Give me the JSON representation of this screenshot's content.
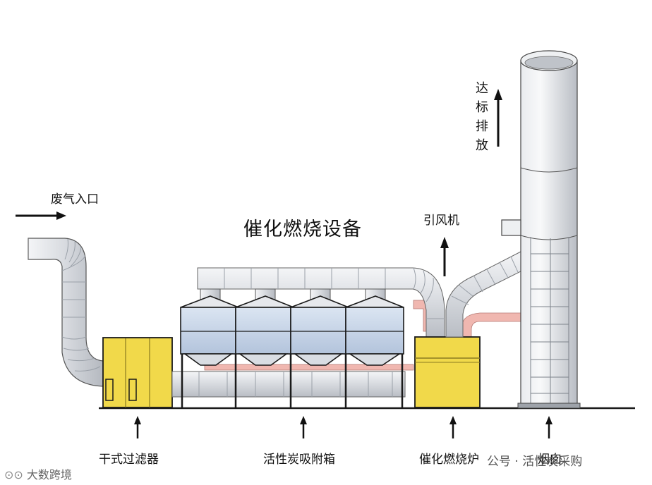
{
  "labels": {
    "exhaust_inlet": "废气入口",
    "title": "催化燃烧设备",
    "induced_fan": "引风机",
    "discharge_vertical": "达标排放",
    "dry_filter": "干式过滤器",
    "activated_carbon_box": "活性炭吸附箱",
    "catalytic_furnace": "催化燃烧炉",
    "chimney": "烟囱"
  },
  "watermarks": {
    "left": "大数跨境",
    "right": "公号 · 活性炭采购"
  },
  "colors": {
    "duct_gray": "#dcdfe3",
    "filter_yellow": "#f1d94a",
    "hot_pipe_pink": "#f0b7b0",
    "adsorber_blue": "#c9d7ea",
    "outline": "#1a1a1a"
  }
}
